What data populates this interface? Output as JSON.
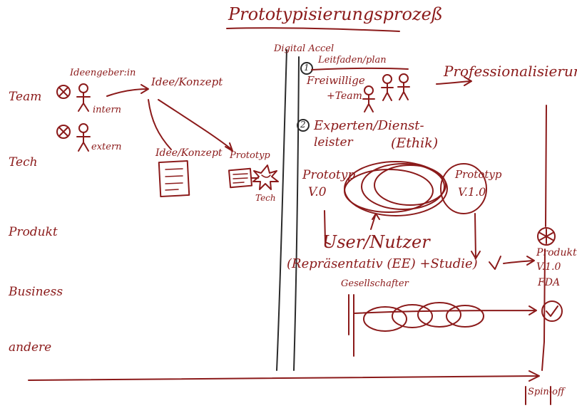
{
  "title": "Prototypisierungsprozeß",
  "lanes": [
    "Team",
    "Tech",
    "Produkt",
    "Business",
    "andere"
  ],
  "left": {
    "ideengeber": "Ideengeber:in",
    "intern": "intern",
    "extern": "extern",
    "idee_konzept_1": "Idee/Konzept",
    "idee_konzept_2": "Idee/Konzept",
    "prototyp": "Prototyp",
    "tech": "Tech"
  },
  "center": {
    "divider_title": "Digital Accel",
    "leitfaden": "Leitfaden/plan",
    "step1_num": "1",
    "freiwillige": "Freiwillige",
    "team": "+Team",
    "step2_num": "2",
    "experten": "Experten/Dienst-",
    "leister": "leister",
    "ethik": "(Ethik)",
    "prototyp_v0_a": "Prototyp",
    "prototyp_v0_b": "V.0",
    "prototyp_v1_a": "Prototyp",
    "prototyp_v1_b": "V.1.0",
    "user_nutzer": "User/Nutzer",
    "repraesentativ": "(Repräsentativ (ΕΕ)  +Studie)",
    "gesellschaft": "Gesellschafter",
    "product_a": "Produkt",
    "product_b": "V.1.0",
    "product_c": "FDA"
  },
  "right": {
    "professional_zeit": "Professionalisierung + Zeit"
  },
  "bottom": {
    "spin_off": "Spin-off"
  },
  "colors": {
    "ink": "#8b1a1a",
    "dark_ink": "#2a2a2a",
    "background": "#ffffff"
  }
}
